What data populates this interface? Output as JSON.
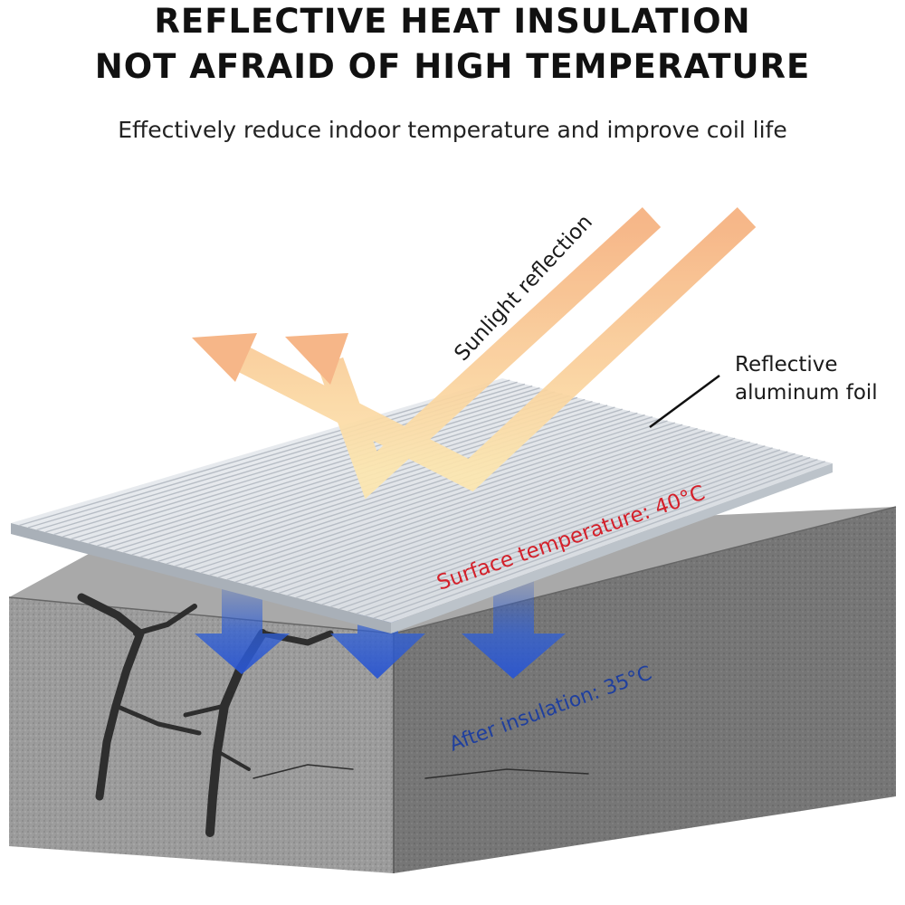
{
  "header": {
    "line1": "REFLECTIVE HEAT INSULATION",
    "line2": "NOT AFRAID OF HIGH TEMPERATURE",
    "subtitle": "Effectively reduce indoor temperature and improve coil life"
  },
  "labels": {
    "sunlight": "Sunlight reflection",
    "foil_line1": "Reflective",
    "foil_line2": "aluminum foil",
    "surface_temp": "Surface temperature: 40°C",
    "after_insulation": "After insulation: 35°C"
  },
  "colors": {
    "ray": "#f7b98a",
    "ray_light": "#fde6b8",
    "heat_arrow": "#2f5fd6",
    "surface_text": "#d4202a",
    "after_text": "#1f3f9e",
    "foil": "#dfe3e8",
    "concrete": "#9a9a9a"
  },
  "icons": {
    "ray": "orange-reflection-arrow",
    "heat": "blue-down-arrow"
  }
}
